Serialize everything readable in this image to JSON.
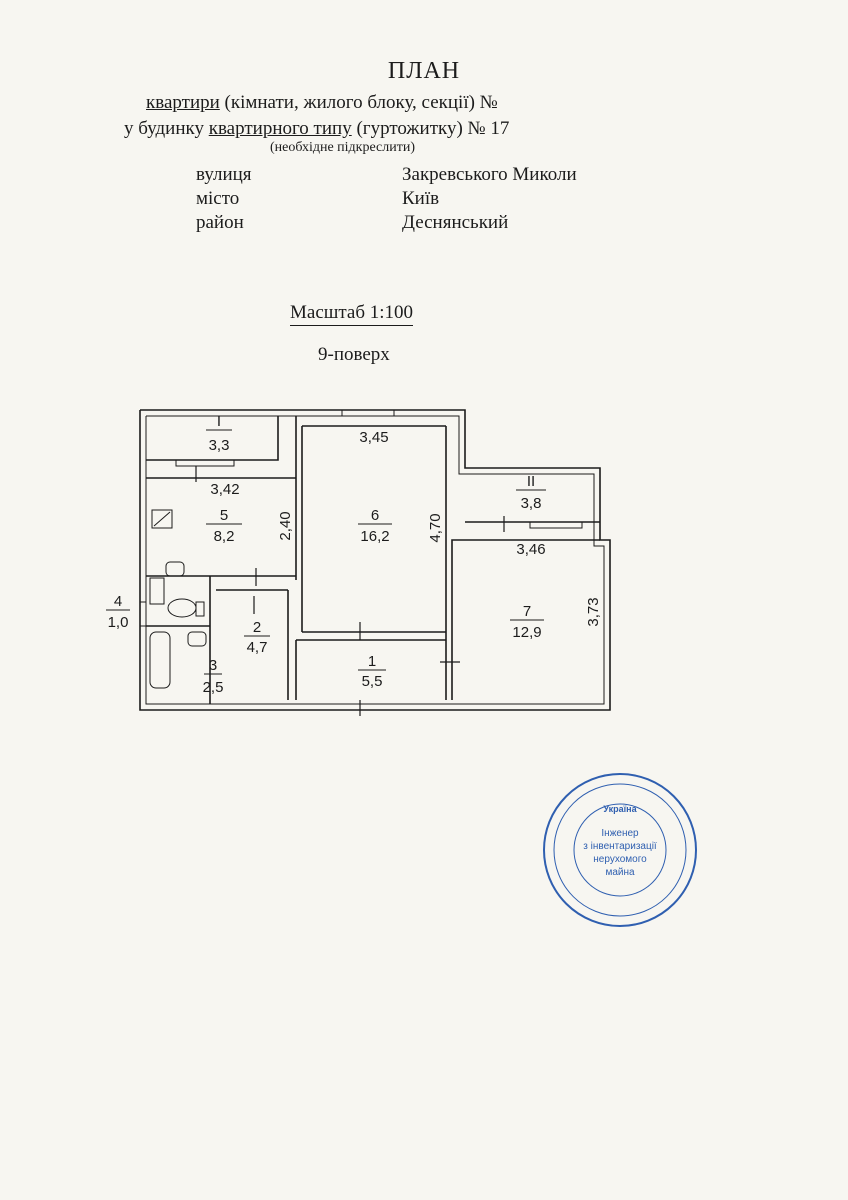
{
  "title": "ПЛАН",
  "header": {
    "l1_a": "квартири",
    "l1_b": " (кімнати, жилого блоку, секції)  №",
    "l2_a": "у будинку ",
    "l2_b": "квартирного типу",
    "l2_c": " (гуртожитку) № 17",
    "l3": "(необхідне підкреслити)"
  },
  "address": {
    "street_label": "вулиця",
    "street_value": "Закревського Миколи",
    "city_label": "місто",
    "city_value": "Київ",
    "district_label": "район",
    "district_value": "Деснянський"
  },
  "scale": "Масштаб 1:100",
  "floor": "9-поверх",
  "rooms": {
    "b1_num": "I",
    "b1_area": "3,3",
    "b2_num": "II",
    "b2_area": "3,8",
    "r1_num": "1",
    "r1_area": "5,5",
    "r2_num": "2",
    "r2_area": "4,7",
    "r3_num": "3",
    "r3_area": "2,5",
    "r4_num": "4",
    "r4_area": "1,0",
    "r5_num": "5",
    "r5_area": "8,2",
    "r6_num": "6",
    "r6_area": "16,2",
    "r7_num": "7",
    "r7_area": "12,9"
  },
  "dims": {
    "d345": "3,45",
    "d342": "3,42",
    "d240": "2,40",
    "d470": "4,70",
    "d346": "3,46",
    "d373": "3,73"
  },
  "stamp": {
    "country": "Україна",
    "l1": "Інженер",
    "l2": "з інвентаризації",
    "l3": "нерухомого",
    "l4": "майна"
  },
  "colors": {
    "ink": "#1c1c1c",
    "stamp": "#2f5fb0"
  }
}
